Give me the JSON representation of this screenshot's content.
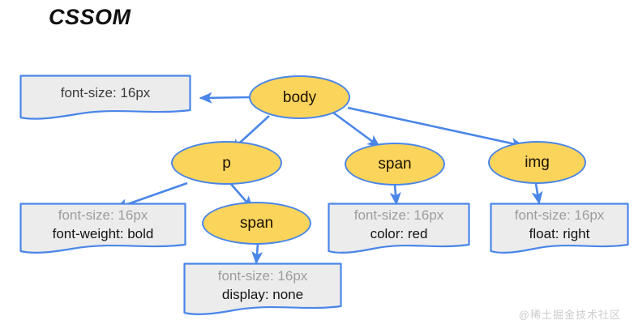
{
  "title": "CSSOM",
  "colors": {
    "node_fill": "#fbd45c",
    "stroke": "#4a86e8",
    "box_fill": "#ececec",
    "inherited_text": "#9d9d9d",
    "own_text": "#141414",
    "background": "#ffffff",
    "watermark": "#cccccc"
  },
  "watermark": "@稀土掘金技术社区",
  "nodes": [
    {
      "id": "body",
      "label": "body"
    },
    {
      "id": "p",
      "label": "p"
    },
    {
      "id": "span1",
      "label": "span"
    },
    {
      "id": "img",
      "label": "img"
    },
    {
      "id": "span2",
      "label": "span"
    }
  ],
  "boxes": [
    {
      "id": "body-style",
      "owner": "body",
      "lines": [
        {
          "text": "font-size: 16px",
          "kind": "declared"
        }
      ]
    },
    {
      "id": "p-style",
      "owner": "p",
      "lines": [
        {
          "text": "font-size: 16px",
          "kind": "inherited"
        },
        {
          "text": "font-weight: bold",
          "kind": "declared"
        }
      ]
    },
    {
      "id": "span1-style",
      "owner": "span1",
      "lines": [
        {
          "text": "font-size: 16px",
          "kind": "inherited"
        },
        {
          "text": "color: red",
          "kind": "declared"
        }
      ]
    },
    {
      "id": "img-style",
      "owner": "img",
      "lines": [
        {
          "text": "font-size: 16px",
          "kind": "inherited"
        },
        {
          "text": "float: right",
          "kind": "declared"
        }
      ]
    },
    {
      "id": "span2-style",
      "owner": "span2",
      "lines": [
        {
          "text": "font-size: 16px",
          "kind": "inherited"
        },
        {
          "text": "display: none",
          "kind": "declared"
        }
      ]
    }
  ],
  "edges": [
    {
      "from": "body",
      "to": "body-style"
    },
    {
      "from": "body",
      "to": "p"
    },
    {
      "from": "body",
      "to": "span1"
    },
    {
      "from": "body",
      "to": "img"
    },
    {
      "from": "p",
      "to": "p-style"
    },
    {
      "from": "p",
      "to": "span2"
    },
    {
      "from": "span1",
      "to": "span1-style"
    },
    {
      "from": "img",
      "to": "img-style"
    },
    {
      "from": "span2",
      "to": "span2-style"
    }
  ]
}
